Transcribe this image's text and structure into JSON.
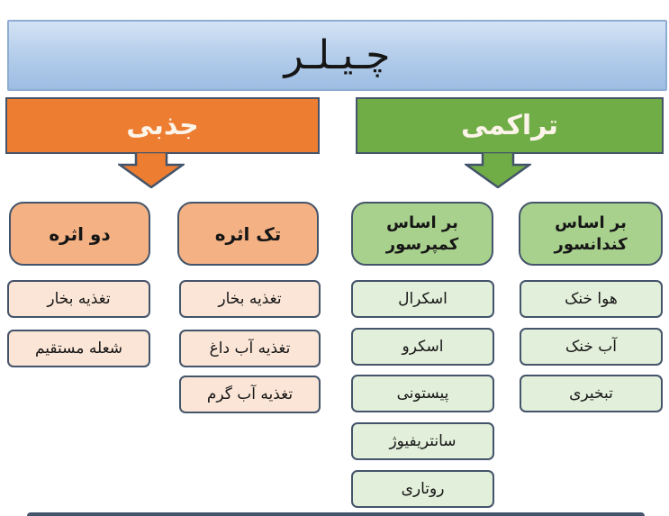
{
  "title": {
    "label": "چـیـلـر"
  },
  "branches": {
    "absorption": {
      "label": "جذبی",
      "nodes": {
        "double_effect": {
          "label": "دو اثره",
          "items": [
            "تغذیه بخار",
            "شعله مستقیم"
          ]
        },
        "single_effect": {
          "label": "تک اثره",
          "items": [
            "تغذیه بخار",
            "تغذیه آب داغ",
            "تغذیه آب گرم"
          ]
        }
      }
    },
    "compression": {
      "label": "تراکمی",
      "nodes": {
        "by_compressor": {
          "line1": "بر اساس",
          "line2": "کمپرسور",
          "items": [
            "اسکرال",
            "اسکرو",
            "پیستونی",
            "سانتریفیوژ",
            "روتاری"
          ]
        },
        "by_condenser": {
          "line1": "بر اساس",
          "line2": "کندانسور",
          "items": [
            "هوا خنک",
            "آب خنک",
            "تبخیری"
          ]
        }
      }
    }
  },
  "colors": {
    "banner_blue_top": "#d4e3f5",
    "banner_blue_bottom": "#9cbde2",
    "banner_border": "#8fadd3",
    "absorption_orange": "#ed7d31",
    "compression_green": "#70ad47",
    "node_peach": "#f4b183",
    "leaf_peach": "#fbe5d6",
    "node_green": "#a9d18e",
    "leaf_green": "#e2efda",
    "outline_navy": "#44546a"
  }
}
